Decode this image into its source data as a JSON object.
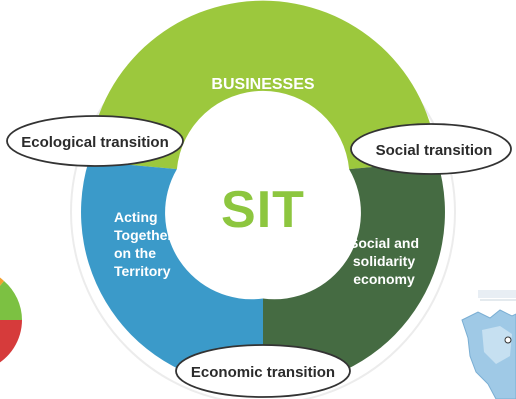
{
  "diagram": {
    "center_label": "SIT",
    "segments": {
      "top": "BUSINESSES",
      "left": [
        "Acting",
        "Together",
        "on the",
        "Territory"
      ],
      "right": [
        "Social and",
        "solidarity",
        "economy"
      ]
    },
    "ovals": {
      "ecological": "Ecological transition",
      "social": "Social transition",
      "economic": "Economic transition"
    },
    "colors": {
      "businesses": "#9CC83D",
      "acting_together": "#3B9AC9",
      "sse": "#456B42",
      "center_text": "#8DC63F",
      "center_fill": "#ffffff",
      "oval_border": "#333333"
    }
  }
}
